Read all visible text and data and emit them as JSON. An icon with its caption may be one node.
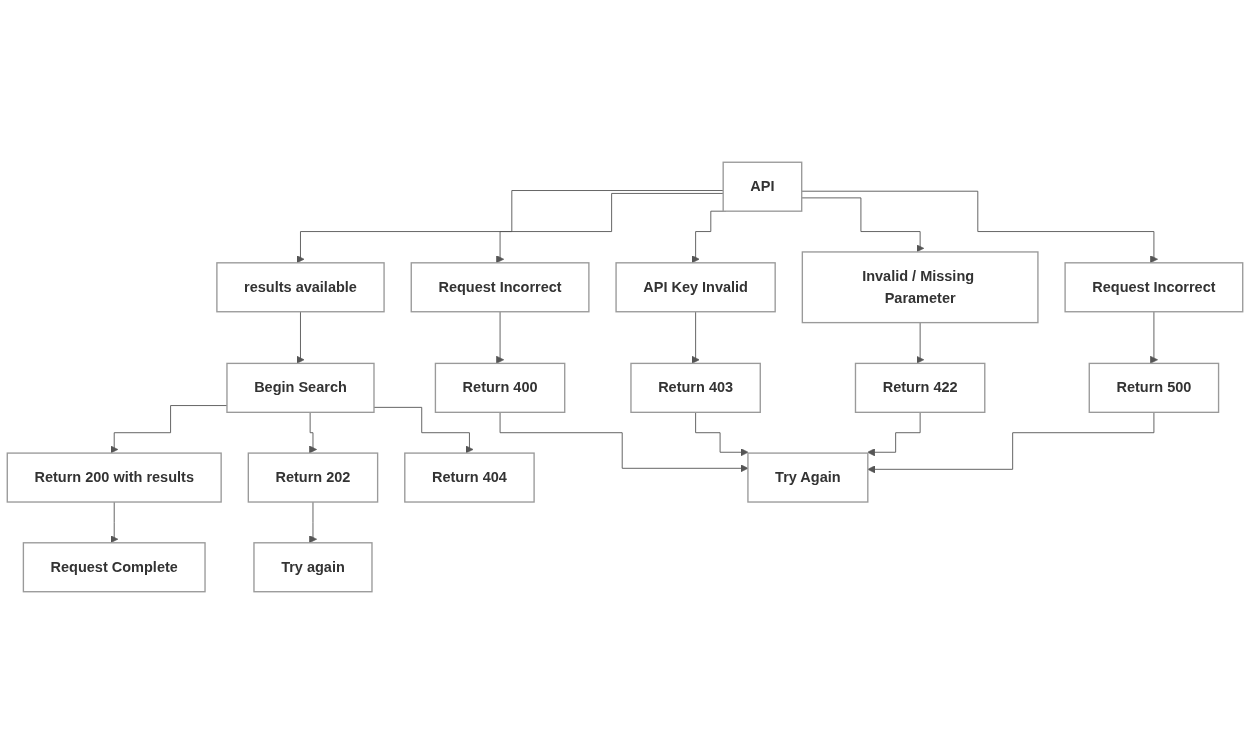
{
  "diagram": {
    "nodes": [
      {
        "text": [
          "API"
        ]
      },
      {
        "text": [
          "results available"
        ]
      },
      {
        "text": [
          "Request Incorrect"
        ]
      },
      {
        "text": [
          "API Key Invalid"
        ]
      },
      {
        "text": [
          "Invalid / Missing Parameter"
        ]
      },
      {
        "text": [
          "Request Incorrect"
        ]
      },
      {
        "text": [
          "Begin Search"
        ]
      },
      {
        "text": [
          "Return 400"
        ]
      },
      {
        "text": [
          "Return 403"
        ]
      },
      {
        "text": [
          "Return 422"
        ]
      },
      {
        "text": [
          "Return 500"
        ]
      },
      {
        "text": [
          "Return 200 with results"
        ]
      },
      {
        "text": [
          "Return 202"
        ]
      },
      {
        "text": [
          "Return 404"
        ]
      },
      {
        "text": [
          "Try Again"
        ]
      },
      {
        "text": [
          "Request Complete"
        ]
      },
      {
        "text": [
          "Try again"
        ]
      }
    ],
    "edges": [
      {
        "from": 0,
        "to": 1,
        "arrow": "to"
      },
      {
        "from": 0,
        "to": 2,
        "arrow": "to"
      },
      {
        "from": 0,
        "to": 3,
        "arrow": "to"
      },
      {
        "from": 0,
        "to": 4,
        "arrow": "to"
      },
      {
        "from": 0,
        "to": 5,
        "arrow": "to"
      },
      {
        "from": 1,
        "to": 6,
        "arrow": "to"
      },
      {
        "from": 2,
        "to": 7,
        "arrow": "to"
      },
      {
        "from": 3,
        "to": 8,
        "arrow": "to"
      },
      {
        "from": 4,
        "to": 9,
        "arrow": "to"
      },
      {
        "from": 5,
        "to": 10,
        "arrow": "to"
      },
      {
        "from": 6,
        "to": 11,
        "arrow": "to"
      },
      {
        "from": 6,
        "to": 12,
        "arrow": "to"
      },
      {
        "from": 6,
        "to": 13,
        "arrow": "to"
      },
      {
        "from": 7,
        "to": 14,
        "arrow": "to"
      },
      {
        "from": 8,
        "to": 14,
        "arrow": "to"
      },
      {
        "from": 9,
        "to": 14,
        "arrow": "to"
      },
      {
        "from": 10,
        "to": 14,
        "arrow": "to"
      },
      {
        "from": 11,
        "to": 15,
        "arrow": "to"
      },
      {
        "from": 12,
        "to": 16,
        "arrow": "to"
      }
    ]
  }
}
